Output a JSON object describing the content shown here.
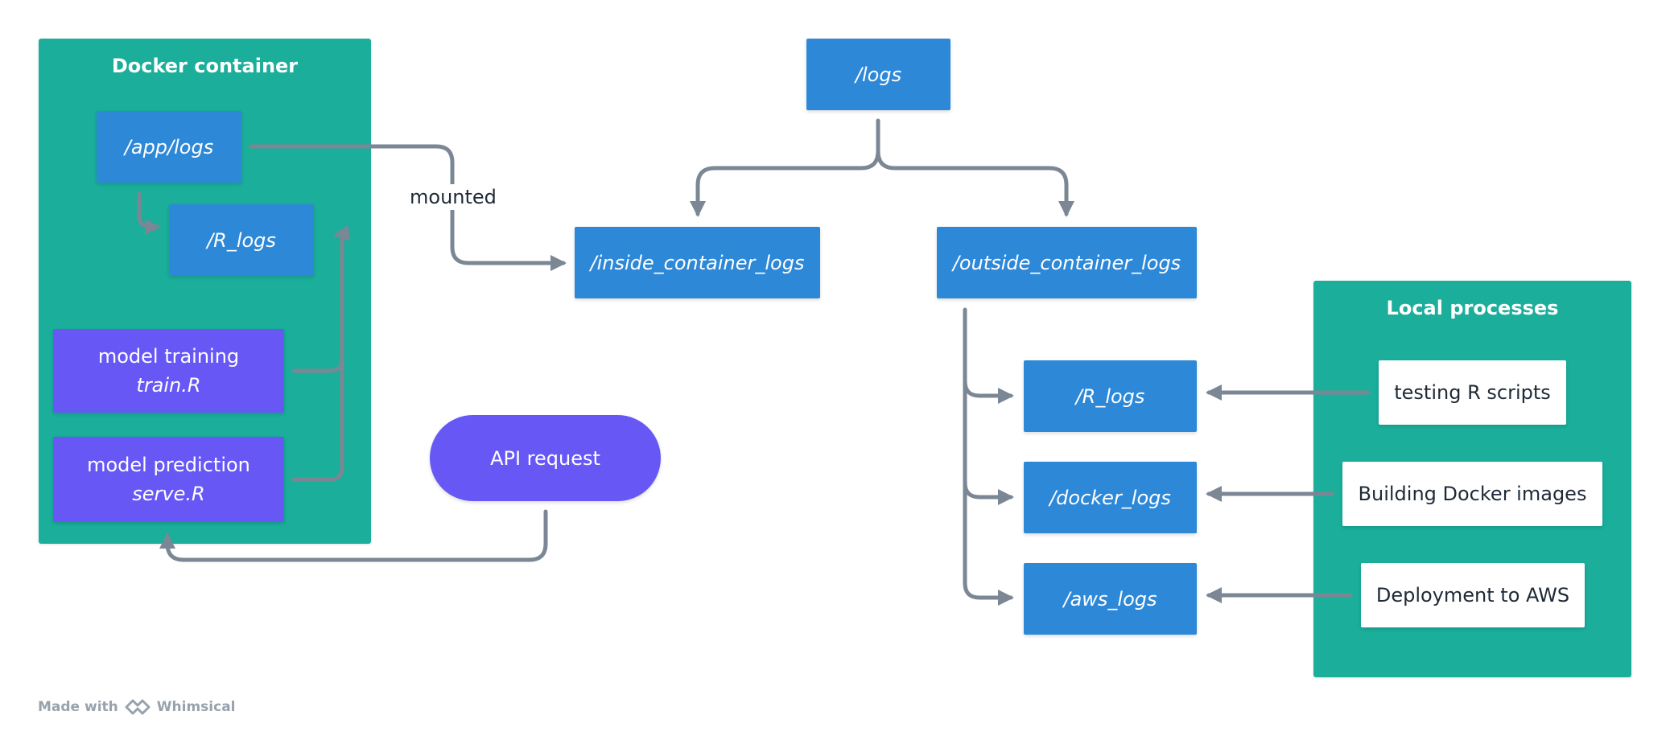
{
  "groups": {
    "docker": {
      "title": "Docker container"
    },
    "local": {
      "title": "Local processes"
    }
  },
  "nodes": {
    "app_logs": "/app/logs",
    "r_logs_inside": "/R_logs",
    "model_training": {
      "line1": "model training",
      "line2": "train.R"
    },
    "model_prediction": {
      "line1": "model prediction",
      "line2": "serve.R"
    },
    "logs": "/logs",
    "inside_container_logs": "/inside_container_logs",
    "outside_container_logs": "/outside_container_logs",
    "api_request": "API request",
    "r_logs_outside": "/R_logs",
    "docker_logs": "/docker_logs",
    "aws_logs": "/aws_logs",
    "testing_r_scripts": "testing R scripts",
    "building_docker_images": "Building Docker images",
    "deployment_to_aws": "Deployment to AWS"
  },
  "edge_labels": {
    "mounted": "mounted"
  },
  "watermark": {
    "made_with": "Made with",
    "brand": "Whimsical"
  },
  "colors": {
    "group": "#1aae9b",
    "folder": "#2d88d8",
    "process": "#6758f6",
    "edge": "#7b8794"
  }
}
